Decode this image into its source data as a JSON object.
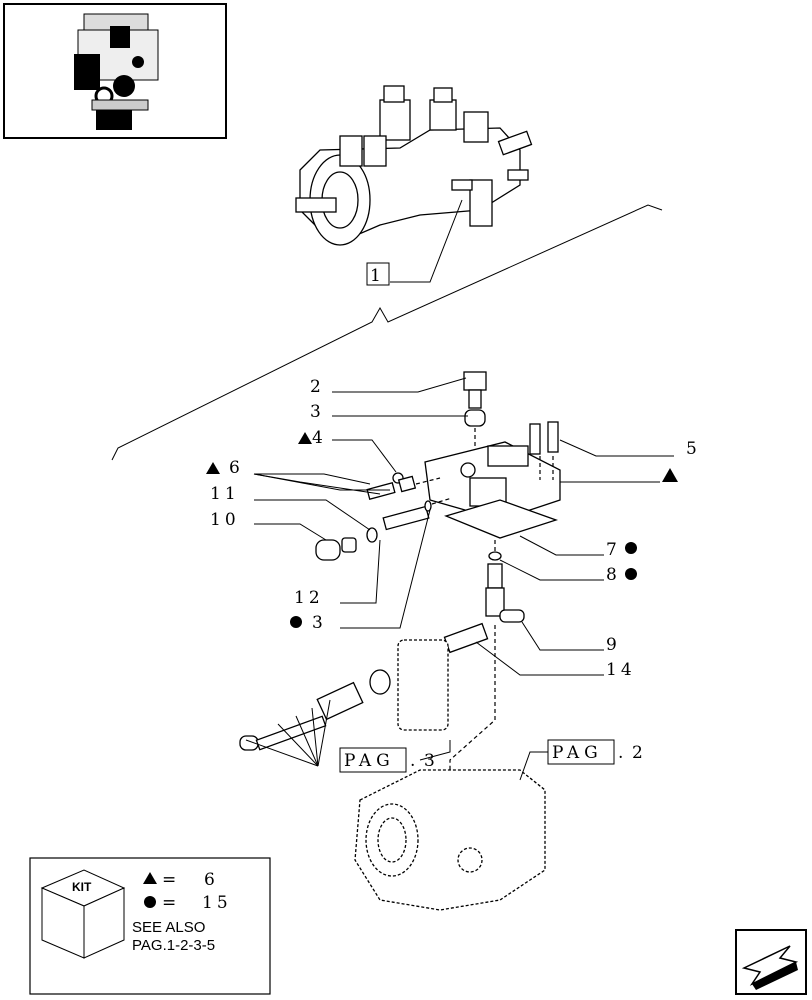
{
  "callouts": {
    "c1": "1",
    "c2": "2",
    "c3": "3",
    "c4": "4",
    "c5": "5",
    "c6": "6",
    "c7": "7",
    "c8": "8",
    "c9": "9",
    "c10": "10",
    "c11": "11",
    "c12": "12",
    "c3b": "3",
    "c14": "14"
  },
  "page_refs": {
    "pag3": {
      "word": "PAG",
      "num": "3"
    },
    "pag2": {
      "word": "PAG",
      "num": "2"
    }
  },
  "kit": {
    "badge": "KIT",
    "triangle_eq": "=",
    "triangle_value": "6",
    "circle_eq": "=",
    "circle_value": "15",
    "see_also": "SEE ALSO",
    "pages": "PAG.1-2-3-5"
  },
  "icons": [
    "thumbnail-engine-icon",
    "triangle-marker-icon",
    "circle-marker-icon",
    "kit-box-icon",
    "next-page-arrow-icon"
  ]
}
